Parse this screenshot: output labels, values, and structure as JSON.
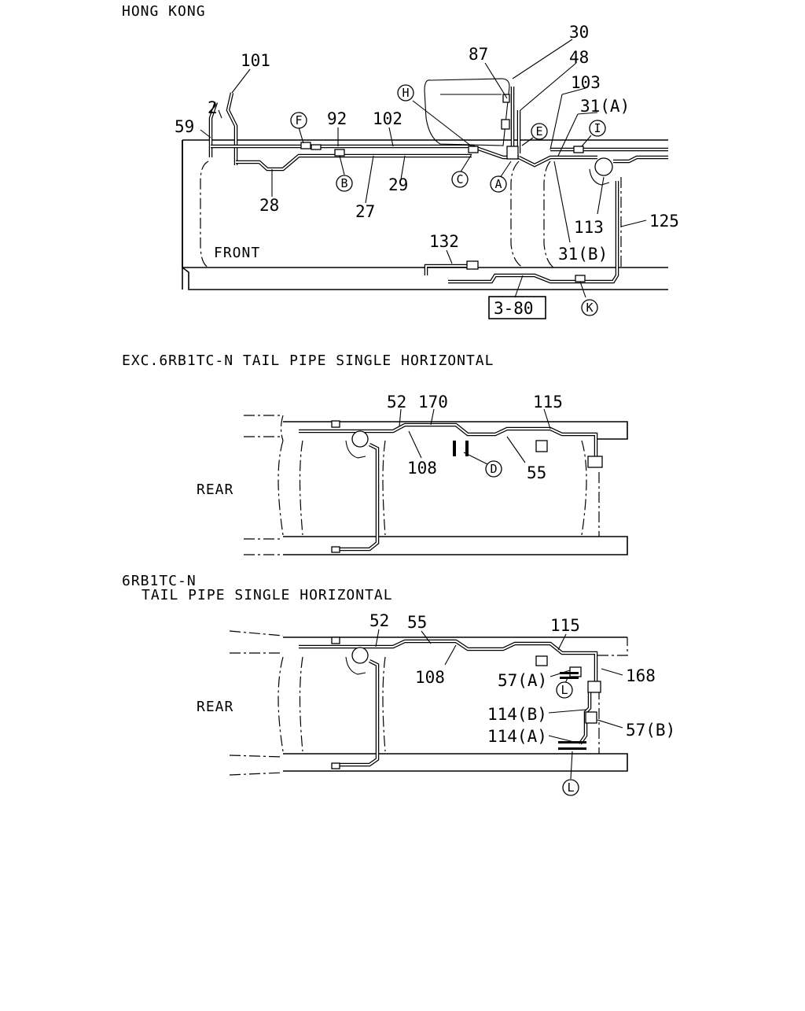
{
  "sections": {
    "top": {
      "title": "HONG KONG",
      "front_label": "FRONT",
      "ref_box": "3-80",
      "part_labels": [
        "101",
        "2",
        "59",
        "92",
        "102",
        "28",
        "27",
        "29",
        "87",
        "30",
        "48",
        "103",
        "31(A)",
        "113",
        "125",
        "31(B)",
        "132"
      ],
      "circle_refs": [
        "F",
        "B",
        "H",
        "C",
        "A",
        "E",
        "I",
        "K"
      ]
    },
    "middle": {
      "title": "EXC.6RB1TC-N TAIL PIPE SINGLE HORIZONTAL",
      "rear_label": "REAR",
      "part_labels": [
        "52",
        "170",
        "115",
        "108",
        "55"
      ],
      "circle_refs": [
        "D"
      ]
    },
    "bottom": {
      "title_line1": "6RB1TC-N",
      "title_line2": "TAIL PIPE SINGLE HORIZONTAL",
      "rear_label": "REAR",
      "part_labels": [
        "52",
        "55",
        "115",
        "108",
        "57(A)",
        "168",
        "114(B)",
        "57(B)",
        "114(A)"
      ],
      "circle_refs": [
        "L",
        "L"
      ]
    }
  }
}
